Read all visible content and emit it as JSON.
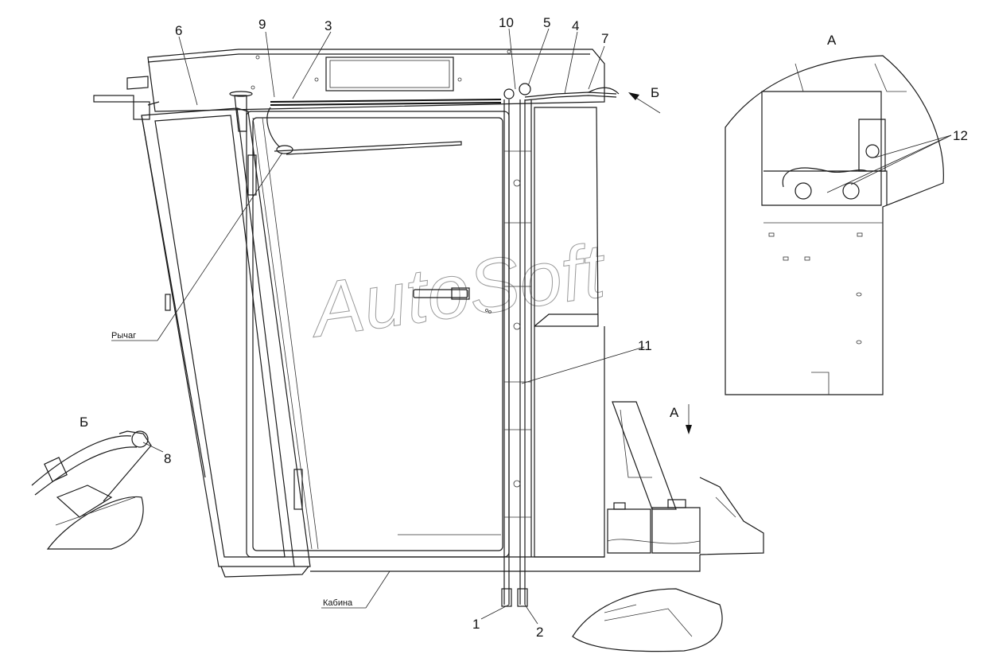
{
  "callouts": {
    "n1": "1",
    "n2": "2",
    "n3": "3",
    "n4": "4",
    "n5": "5",
    "n6": "6",
    "n7": "7",
    "n8": "8",
    "n9": "9",
    "n10": "10",
    "n11": "11",
    "n12": "12"
  },
  "views": {
    "view_a": "А",
    "view_b": "Б",
    "arrow_a": "А",
    "arrow_b": "Б"
  },
  "labels": {
    "lever": "Рычаг",
    "cabin": "Кабина"
  },
  "watermark": "AutoSoft"
}
